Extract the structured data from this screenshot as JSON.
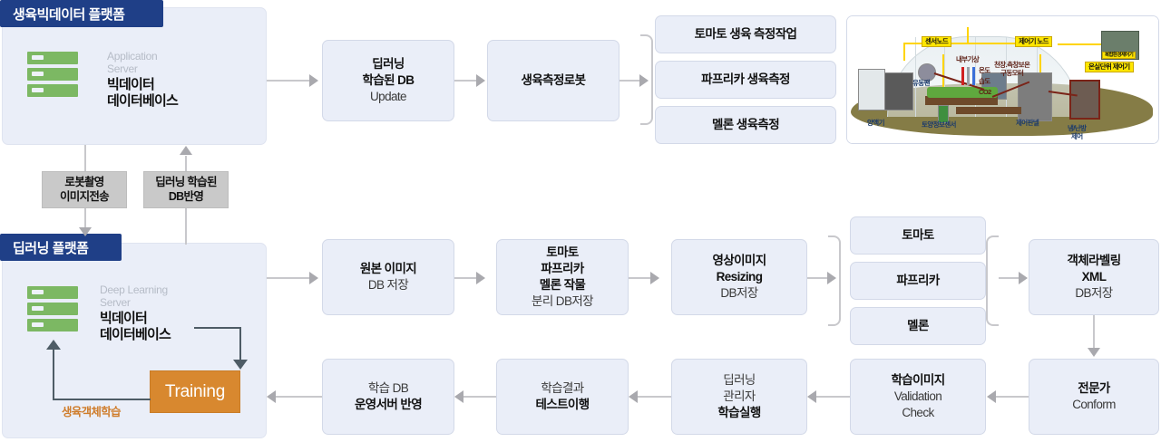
{
  "platforms": [
    {
      "title": "생육빅데이터 플랫폼",
      "server_role": "Application\nServer",
      "server_name": "빅데이터\n데이터베이스",
      "icon": "server-rack-icon"
    },
    {
      "title": "딥러닝 플랫폼",
      "server_role": "Deep Learning\nServer",
      "server_name": "빅데이터\n데이터베이스",
      "icon": "server-rack-icon",
      "training_label": "Training",
      "training_caption": "생육객체학습"
    }
  ],
  "notes": [
    {
      "text": "로봇촬영\n이미지전송",
      "direction": "down"
    },
    {
      "text": "딥러닝 학습된\nDB반영",
      "direction": "up"
    }
  ],
  "row_top": [
    {
      "lines": [
        {
          "t": "딥러닝",
          "b": true
        },
        {
          "t": "학습된 DB",
          "b": true
        },
        {
          "t": "Update",
          "b": false
        }
      ]
    },
    {
      "lines": [
        {
          "t": "생육측정로봇",
          "b": true
        }
      ]
    }
  ],
  "measure_boxes": [
    {
      "text": "토마토 생육 측정작업"
    },
    {
      "text": "파프리카 생육측정"
    },
    {
      "text": "멜론 생육측정"
    }
  ],
  "row_mid": [
    {
      "lines": [
        {
          "t": "원본 이미지",
          "b": true
        },
        {
          "t": "DB 저장",
          "b": false
        }
      ]
    },
    {
      "lines": [
        {
          "t": "토마토",
          "b": true
        },
        {
          "t": "파프리카",
          "b": true
        },
        {
          "t": "멜론 작물",
          "b": true
        },
        {
          "t": "분리 DB저장",
          "b": false
        }
      ]
    },
    {
      "lines": [
        {
          "t": "영상이미지",
          "b": true
        },
        {
          "t": "Resizing",
          "b": true
        },
        {
          "t": "DB저장",
          "b": false
        }
      ]
    }
  ],
  "crop_boxes": [
    {
      "text": "토마토"
    },
    {
      "text": "파프리카"
    },
    {
      "text": "멜론"
    }
  ],
  "row_right": [
    {
      "lines": [
        {
          "t": "객체라벨링",
          "b": true
        },
        {
          "t": "XML",
          "b": true
        },
        {
          "t": "DB저장",
          "b": false
        }
      ]
    },
    {
      "lines": [
        {
          "t": "전문가",
          "b": true
        },
        {
          "t": "Conform",
          "b": false
        }
      ]
    }
  ],
  "row_bottom": [
    {
      "lines": [
        {
          "t": "학습 DB",
          "b": false
        },
        {
          "t": "운영서버 반영",
          "b": true
        }
      ]
    },
    {
      "lines": [
        {
          "t": "학습결과",
          "b": false
        },
        {
          "t": "테스트이행",
          "b": true
        }
      ]
    },
    {
      "lines": [
        {
          "t": "딥러닝",
          "b": false
        },
        {
          "t": "관리자",
          "b": false
        },
        {
          "t": "학습실행",
          "b": true
        }
      ]
    },
    {
      "lines": [
        {
          "t": "학습이미지",
          "b": true
        },
        {
          "t": "Validation",
          "b": false
        },
        {
          "t": "Check",
          "b": false
        }
      ]
    }
  ],
  "greenhouse": {
    "yellow_labels": [
      "센서노드",
      "제어기 노드",
      "온실단위 제어기",
      "복합환경제어기"
    ],
    "red_labels": [
      "내부기상",
      "온도",
      "습도",
      "CO2",
      "천장.측창보온\n구동모터"
    ],
    "blue_labels": [
      "유동팬",
      "양액기",
      "토양정보센서",
      "제어판넬",
      "냉/난방\n제어"
    ]
  },
  "colors": {
    "panel_bg": "#eaeef8",
    "panel_title_bg": "#1f3f87",
    "box_bg": "#eaeef8",
    "box_border": "#d3d9e8",
    "note_bg": "#c9c9c9",
    "training_bg": "#d8882f",
    "server_green": "#7cb863",
    "connector": "#c8c8cc",
    "dark_connector": "#4e5c66",
    "orange_text": "#cf7c2a"
  }
}
